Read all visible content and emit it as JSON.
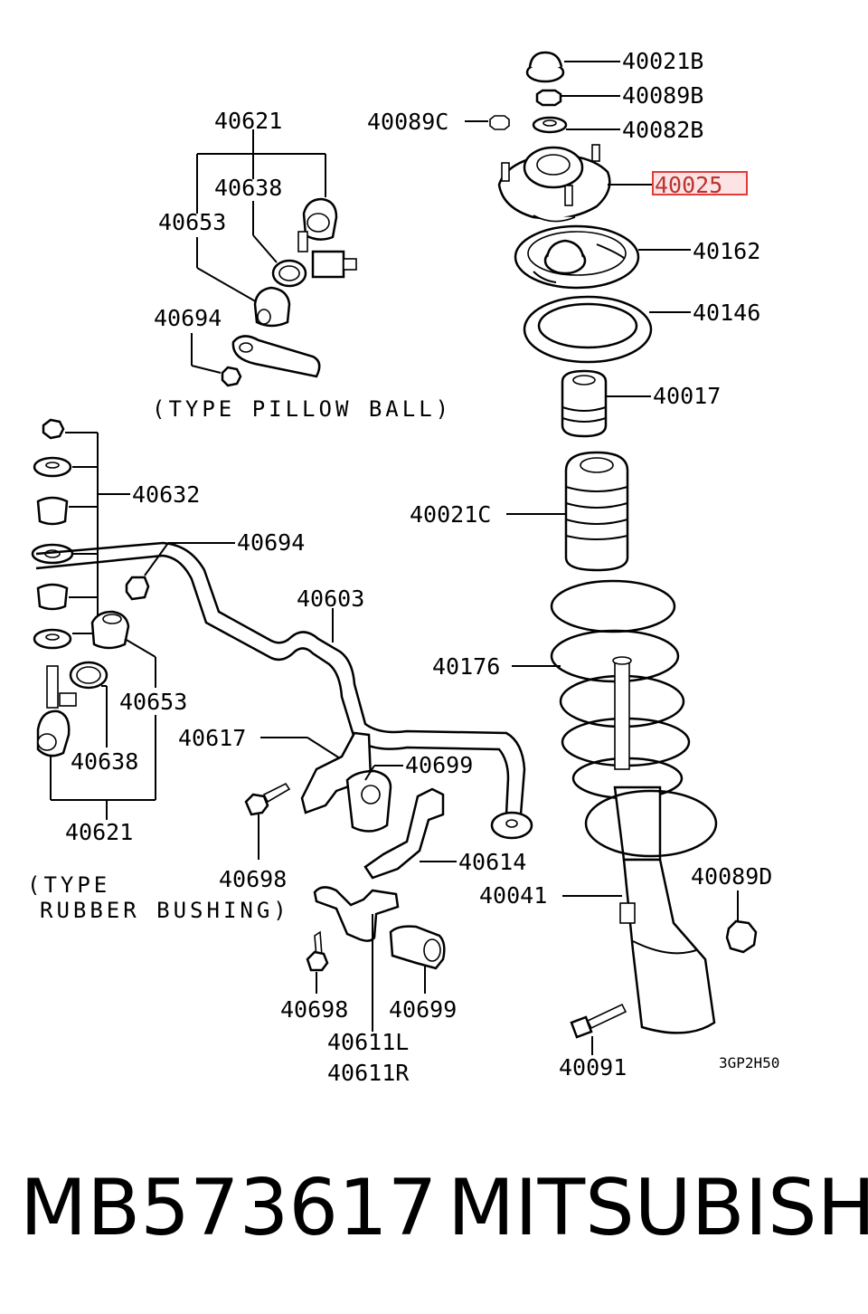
{
  "callouts": {
    "c40021B": "40021B",
    "c40089B": "40089B",
    "c40089C": "40089C",
    "c40082B": "40082B",
    "c40025": "40025",
    "c40162": "40162",
    "c40146": "40146",
    "c40017": "40017",
    "c40021C": "40021C",
    "c40176": "40176",
    "c40041": "40041",
    "c40089D": "40089D",
    "c40091": "40091",
    "c40621_top": "40621",
    "c40638_top": "40638",
    "c40653_top": "40653",
    "c40694_top": "40694",
    "c40632": "40632",
    "c40694_mid": "40694",
    "c40603": "40603",
    "c40653_bot": "40653",
    "c40638_bot": "40638",
    "c40621_bot": "40621",
    "c40617": "40617",
    "c40699_top": "40699",
    "c40614": "40614",
    "c40698_top": "40698",
    "c40698_bot": "40698",
    "c40699_bot": "40699",
    "c40611L": "40611L",
    "c40611R": "40611R"
  },
  "notes": {
    "pillow_ball": "(TYPE PILLOW BALL)",
    "rubber_bushing_1": "(TYPE",
    "rubber_bushing_2": "RUBBER BUSHING)",
    "drawing_code": "3GP2H50"
  },
  "highlight": {
    "part": "40025",
    "color": "#e33a3a"
  },
  "footer": {
    "part_number": "MB573617",
    "brand": "MITSUBISHI"
  }
}
